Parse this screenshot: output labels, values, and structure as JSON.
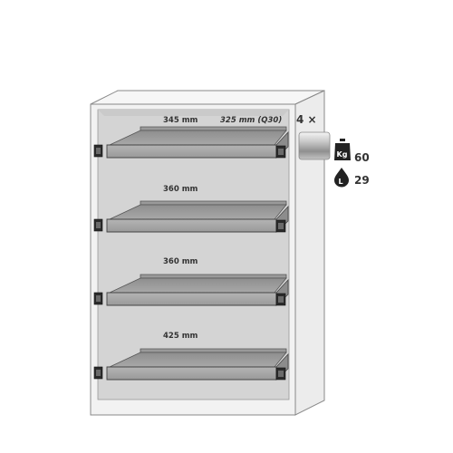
{
  "cabinet": {
    "shelves": [
      {
        "label": "345 mm",
        "label_alt": "325 mm (Q30)"
      },
      {
        "label": "360 mm"
      },
      {
        "label": "360 mm"
      },
      {
        "label": "425 mm"
      }
    ]
  },
  "specs": {
    "quantity": "4 ×",
    "weight_icon_letters": "Kg",
    "weight_value": "60",
    "volume_icon_letter": "L",
    "volume_value": "29"
  },
  "colors": {
    "cabinet_body": "#f2f2f2",
    "cabinet_outline": "#777777",
    "interior": "#d3d3d3",
    "tray": "#a9a9a9",
    "tray_dark": "#7f7f7f",
    "text": "#333333"
  }
}
